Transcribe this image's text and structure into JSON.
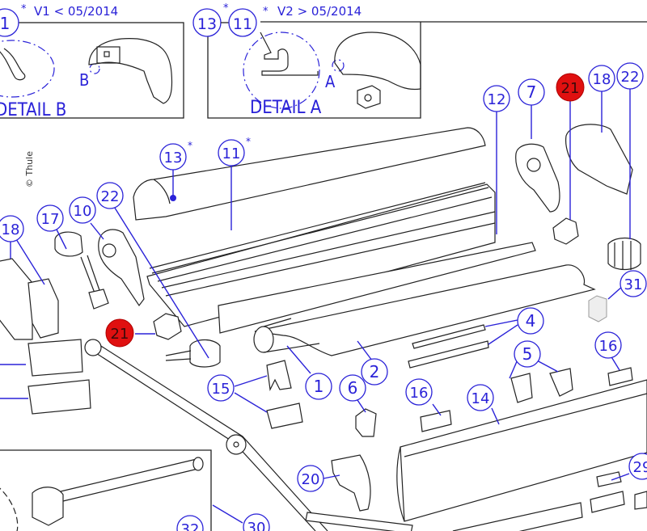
{
  "diagram": {
    "title": "Exploded parts view – awning assembly",
    "copyright": "© Thule",
    "colors": {
      "callout": "#2a22d8",
      "highlight": "#e01010",
      "line": "#222222"
    },
    "inset_v1": {
      "bubble": "1",
      "version_label": "V1 < 05/2014",
      "asterisk": "*",
      "detail_marker": "B",
      "detail_label": "DETAIL B"
    },
    "inset_v2": {
      "bubbles": [
        "13",
        "11"
      ],
      "version_label": "V2 > 05/2014",
      "asterisk": "*",
      "detail_marker": "A",
      "detail_label": "DETAIL A"
    },
    "callouts": [
      {
        "id": "c13",
        "label": "13",
        "note": "*",
        "highlight": false
      },
      {
        "id": "c11",
        "label": "11",
        "note": "*",
        "highlight": false
      },
      {
        "id": "c12",
        "label": "12",
        "highlight": false
      },
      {
        "id": "c7",
        "label": "7",
        "highlight": false
      },
      {
        "id": "c21a",
        "label": "21",
        "highlight": true
      },
      {
        "id": "c18a",
        "label": "18",
        "highlight": false
      },
      {
        "id": "c22a",
        "label": "22",
        "highlight": false
      },
      {
        "id": "c18b",
        "label": "18",
        "highlight": false
      },
      {
        "id": "c17",
        "label": "17",
        "highlight": false
      },
      {
        "id": "c10",
        "label": "10",
        "highlight": false
      },
      {
        "id": "c22b",
        "label": "22",
        "highlight": false
      },
      {
        "id": "c21b",
        "label": "21",
        "highlight": true
      },
      {
        "id": "c31",
        "label": "31",
        "highlight": false
      },
      {
        "id": "c4",
        "label": "4",
        "highlight": false
      },
      {
        "id": "c16a",
        "label": "16",
        "highlight": false
      },
      {
        "id": "c5",
        "label": "5",
        "highlight": false
      },
      {
        "id": "c2",
        "label": "2",
        "highlight": false
      },
      {
        "id": "c1",
        "label": "1",
        "highlight": false
      },
      {
        "id": "c15",
        "label": "15",
        "highlight": false
      },
      {
        "id": "c6",
        "label": "6",
        "highlight": false
      },
      {
        "id": "c16b",
        "label": "16",
        "highlight": false
      },
      {
        "id": "c14",
        "label": "14",
        "highlight": false
      },
      {
        "id": "c20",
        "label": "20",
        "highlight": false
      },
      {
        "id": "c29",
        "label": "29",
        "highlight": false
      },
      {
        "id": "c30",
        "label": "30",
        "highlight": false
      },
      {
        "id": "c32",
        "label": "32",
        "highlight": false
      }
    ]
  }
}
